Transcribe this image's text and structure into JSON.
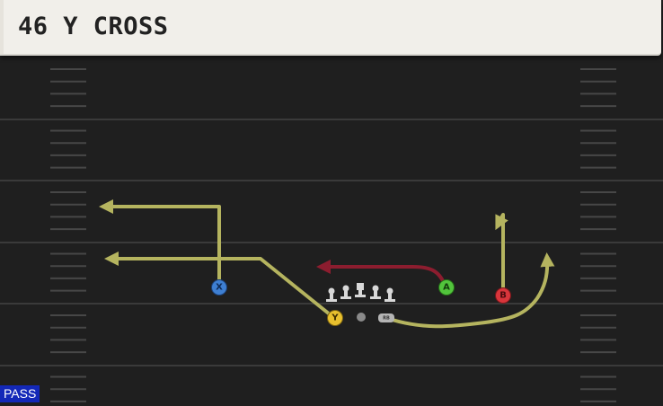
{
  "play": {
    "title": "46 Y CROSS",
    "type_badge": "PASS"
  },
  "colors": {
    "field": "#1f1f1f",
    "yard_line": "#3a3a3a",
    "hash": "#474747",
    "route_primary": "#b5b45f",
    "route_highlight": "#8c1d2f",
    "title_bg": "#f1efea",
    "badge_bg": "#1328b8"
  },
  "players": [
    {
      "id": "X",
      "label": "X",
      "button": "x-button",
      "color": "#3e7fd2",
      "text_color": "#0e2a55"
    },
    {
      "id": "Y",
      "label": "Y",
      "button": "y-button",
      "color": "#e8c02e",
      "text_color": "#3b2b00"
    },
    {
      "id": "A",
      "label": "A",
      "button": "a-button",
      "color": "#52c43c",
      "text_color": "#123b0b"
    },
    {
      "id": "B",
      "label": "B",
      "button": "b-button",
      "color": "#d8353b",
      "text_color": "#4a0b0e"
    },
    {
      "id": "RB",
      "label": "RB",
      "color": "#b4b4b4",
      "text_color": "#333333"
    }
  ],
  "routes": [
    {
      "player": "X",
      "type": "corner-out",
      "highlight": false
    },
    {
      "player": "Y",
      "type": "crossing",
      "highlight": false
    },
    {
      "player": "A",
      "type": "drag",
      "highlight": true
    },
    {
      "player": "B",
      "type": "curl",
      "highlight": false
    },
    {
      "player": "RB",
      "type": "wheel",
      "highlight": false
    }
  ]
}
